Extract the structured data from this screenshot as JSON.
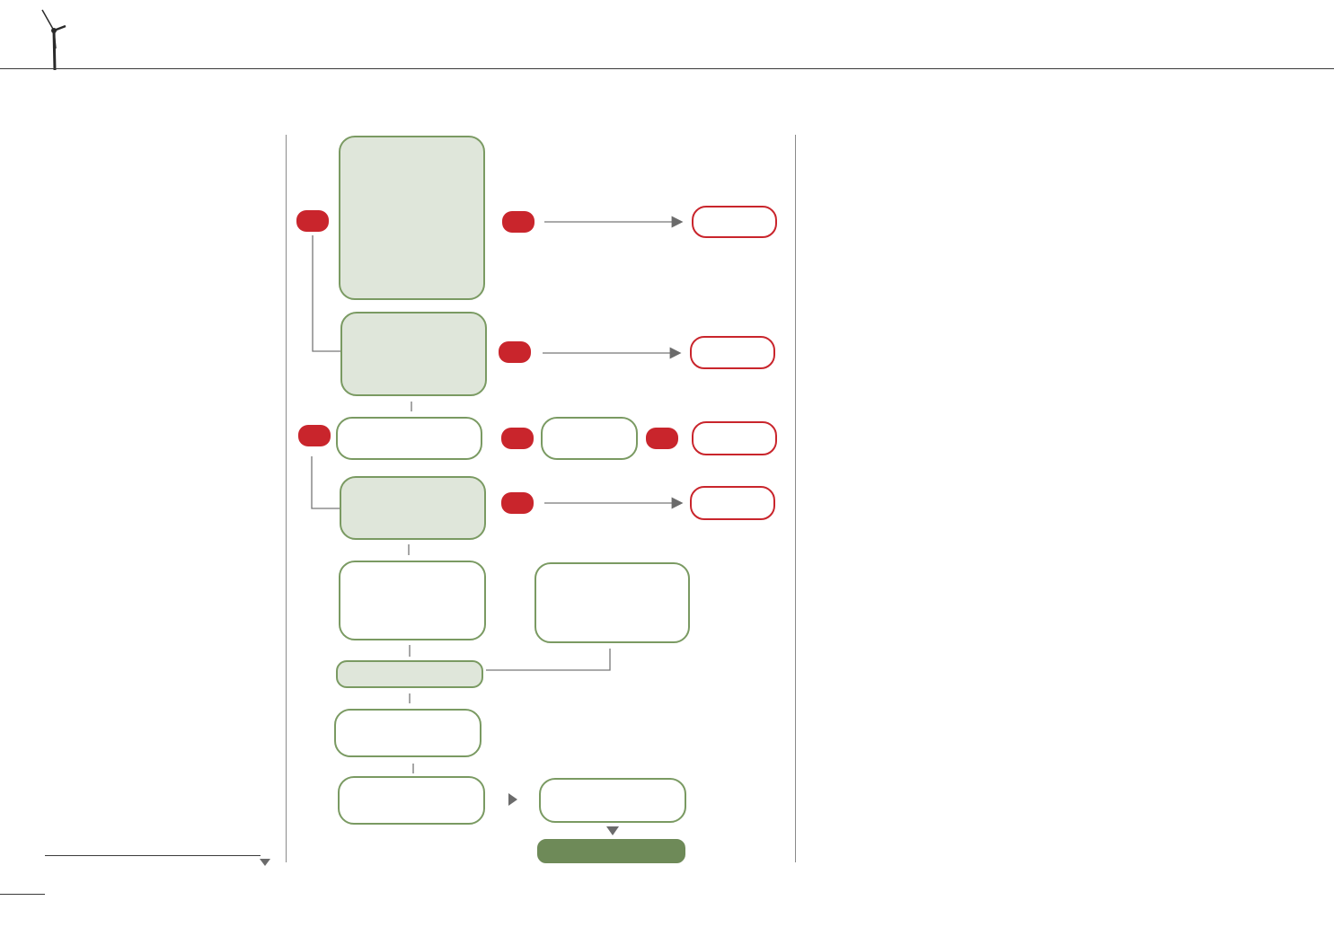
{
  "header": {
    "logo_icon": "wind-turbine-icon"
  },
  "colors": {
    "accent_red": "#c9252c",
    "box_border_green": "#7a9a62",
    "box_fill_green": "#dfe6da",
    "solid_green": "#6e8a58",
    "connector_gray": "#777777"
  },
  "flow": {
    "boxes": [
      {
        "id": "b1",
        "text": ""
      },
      {
        "id": "b2",
        "text": ""
      },
      {
        "id": "b3",
        "text": ""
      },
      {
        "id": "b4",
        "text": ""
      },
      {
        "id": "b5",
        "text": ""
      },
      {
        "id": "b6",
        "text": ""
      },
      {
        "id": "b7",
        "text": ""
      },
      {
        "id": "b8",
        "text": ""
      },
      {
        "id": "b9",
        "text": ""
      },
      {
        "id": "b10",
        "text": ""
      },
      {
        "id": "b11",
        "text": ""
      },
      {
        "id": "b12",
        "text": ""
      }
    ],
    "decisions": [
      {
        "id": "d1",
        "text": ""
      },
      {
        "id": "d2",
        "text": ""
      },
      {
        "id": "d3",
        "text": ""
      },
      {
        "id": "d4",
        "text": ""
      },
      {
        "id": "d5",
        "text": ""
      },
      {
        "id": "d6",
        "text": ""
      },
      {
        "id": "d7",
        "text": ""
      }
    ],
    "outcomes": [
      {
        "id": "r1",
        "text": ""
      },
      {
        "id": "r2",
        "text": ""
      },
      {
        "id": "r3",
        "text": ""
      },
      {
        "id": "r4",
        "text": ""
      }
    ]
  }
}
